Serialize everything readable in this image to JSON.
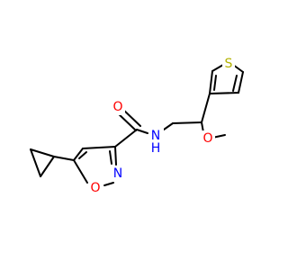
{
  "molecule": {
    "atoms": {
      "O_carbonyl": "O",
      "N_amide": "N",
      "H_amide": "H",
      "S_thiophene": "S",
      "O_methoxy": "O",
      "N_isoxazole": "N",
      "O_isoxazole": "O"
    },
    "colors": {
      "bond": "#000000",
      "carbon": "#000000",
      "oxygen": "#ff0000",
      "nitrogen": "#0000ff",
      "sulfur": "#b2b200"
    }
  }
}
